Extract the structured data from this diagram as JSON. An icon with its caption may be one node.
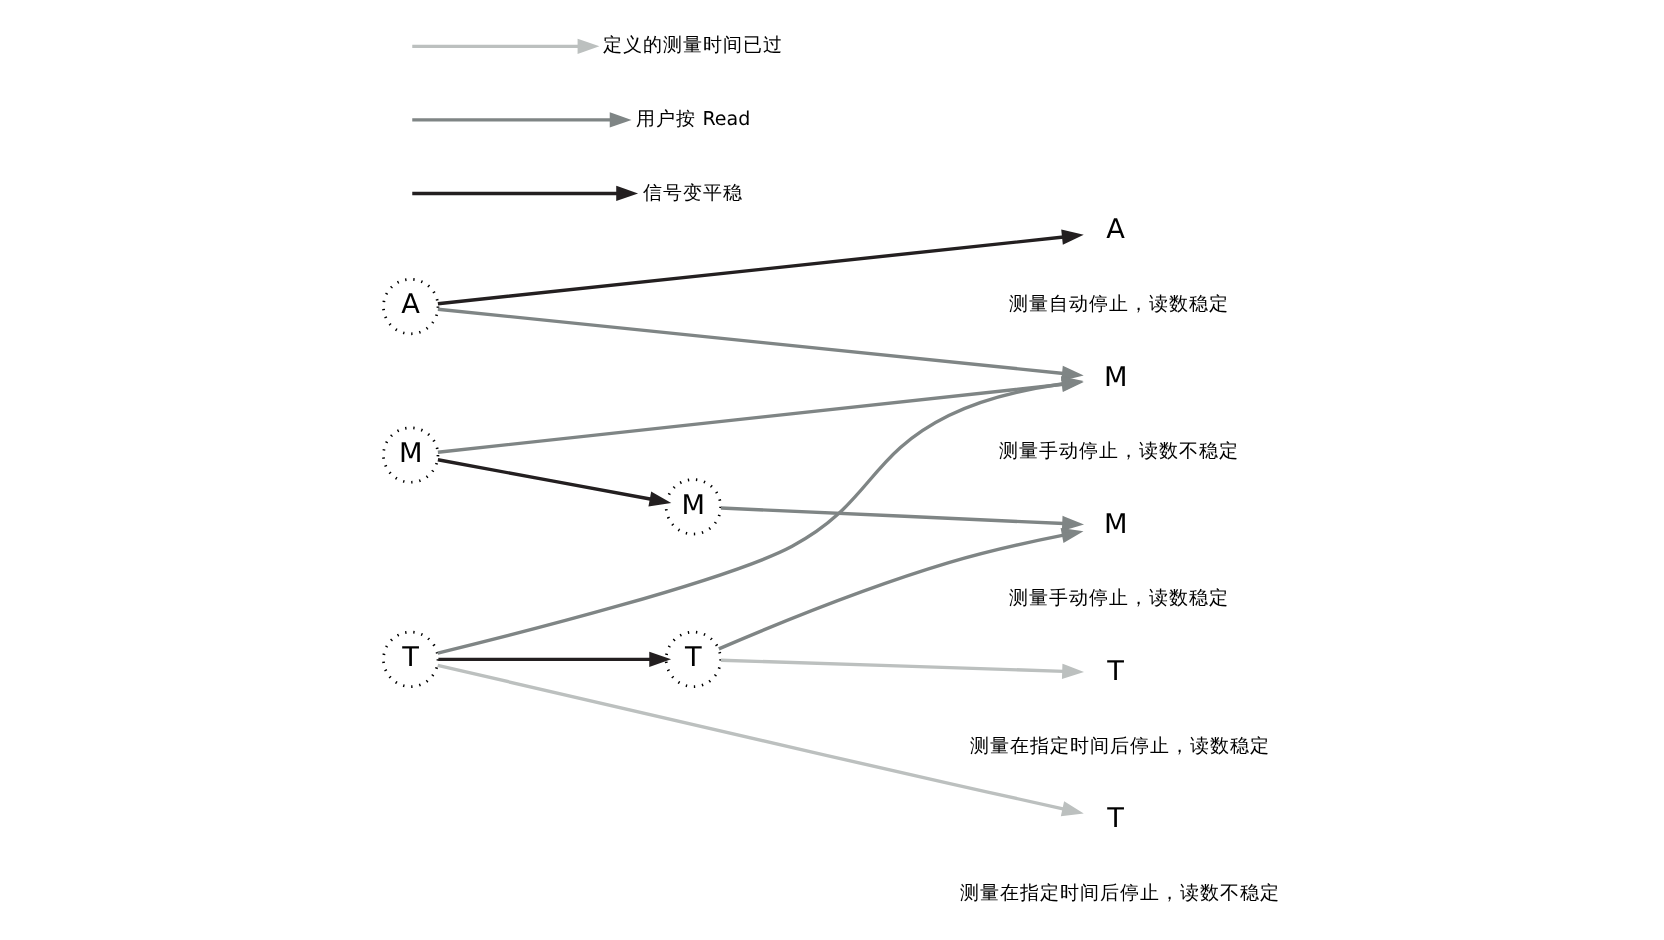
{
  "diagram": {
    "nodes": [
      {
        "text": [
          "A"
        ]
      },
      {
        "text": [
          "M"
        ]
      },
      {
        "text": [
          "T"
        ]
      },
      {
        "text": [
          "M"
        ]
      },
      {
        "text": [
          "T"
        ]
      },
      {
        "text": [
          "A"
        ],
        "beside": [
          "测量自动停止，读数稳定"
        ]
      },
      {
        "text": [
          "M"
        ],
        "beside": [
          "测量手动停止，读数稳定"
        ]
      },
      {
        "text": [
          "M"
        ],
        "beside": [
          "测量手动停止，读数不稳定"
        ]
      },
      {
        "text": [
          "T"
        ],
        "beside": [
          "测量在指定时间后停止，读数稳定"
        ]
      },
      {
        "text": [
          "T"
        ],
        "beside": [
          "测量在指定时间后停止，读数不稳定"
        ]
      }
    ],
    "edges": [
      {
        "from": 0,
        "to": 5,
        "arrow": "to",
        "color": "#231f20"
      },
      {
        "from": 0,
        "to": 7,
        "arrow": "to"
      },
      {
        "from": 1,
        "to": 3,
        "arrow": "to",
        "color": "#231f20"
      },
      {
        "from": 3,
        "to": 6,
        "arrow": "to"
      },
      {
        "from": 1,
        "to": 7,
        "arrow": "to"
      },
      {
        "from": 2,
        "to": 7,
        "arrow": "to"
      },
      {
        "from": 2,
        "to": 4,
        "arrow": "to",
        "color": "#231f20"
      },
      {
        "from": 4,
        "to": 6,
        "arrow": "to"
      },
      {
        "from": 4,
        "to": 8,
        "arrow": "to",
        "color": "#bcc0bf"
      },
      {
        "from": 2,
        "to": 9,
        "arrow": "to",
        "color": "#bcc0bf"
      }
    ],
    "legend": [
      {
        "text": "定义的测量时间已过"
      },
      {
        "text": "用户按 Read"
      },
      {
        "text": "信号变平稳"
      }
    ]
  }
}
